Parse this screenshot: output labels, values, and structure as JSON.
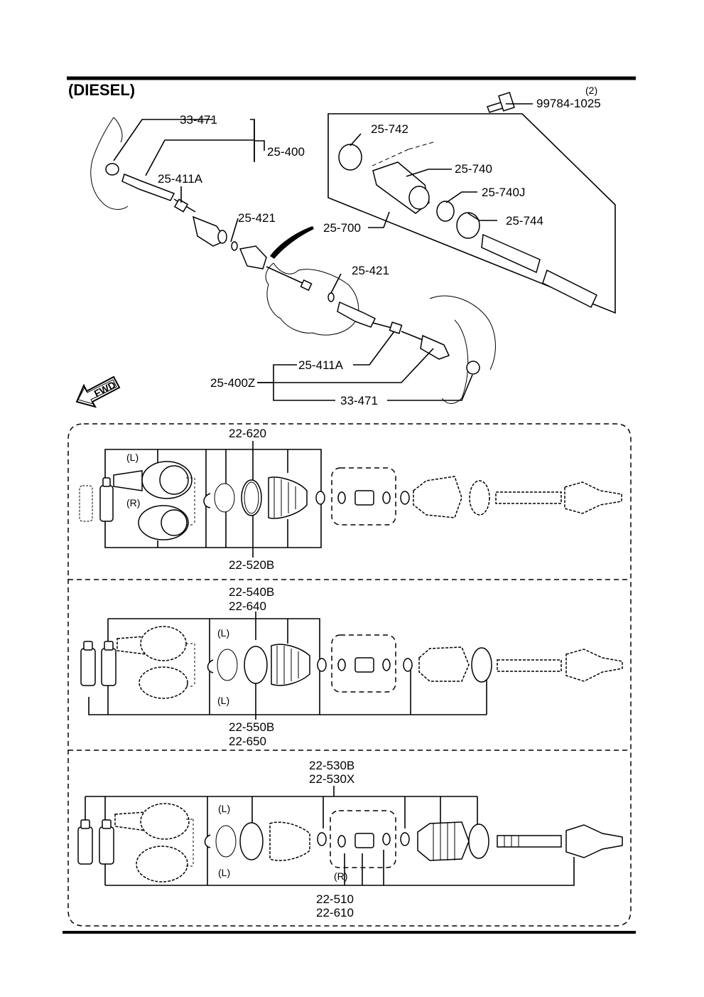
{
  "header": {
    "title": "(DIESEL)"
  },
  "top": {
    "bolt_qty": "(2)",
    "bolt_part": "99784-1025",
    "labels": {
      "p33471_a": "33-471",
      "p25400": "25-400",
      "p25411a_a": "25-411A",
      "p25421_a": "25-421",
      "p25421_b": "25-421",
      "p25742": "25-742",
      "p25740": "25-740",
      "p25740j": "25-740J",
      "p25744": "25-744",
      "p25700": "25-700",
      "p25411a_b": "25-411A",
      "p25400z": "25-400Z",
      "p33471_b": "33-471"
    },
    "fwd": "FWD"
  },
  "panel1": {
    "top_label": "22-620",
    "bottom_label": "22-520B",
    "left_tag": "(L)",
    "right_tag": "(R)"
  },
  "panel2": {
    "top_label_1": "22-540B",
    "top_label_2": "22-640",
    "bottom_label_1": "22-550B",
    "bottom_label_2": "22-650",
    "tag_top": "(L)",
    "tag_bottom": "(L)"
  },
  "panel3": {
    "top_label_1": "22-530B",
    "top_label_2": "22-530X",
    "bottom_label_1": "22-510",
    "bottom_label_2": "22-610",
    "tag_top": "(L)",
    "tag_bottom": "(L)",
    "tag_r": "(R)"
  }
}
